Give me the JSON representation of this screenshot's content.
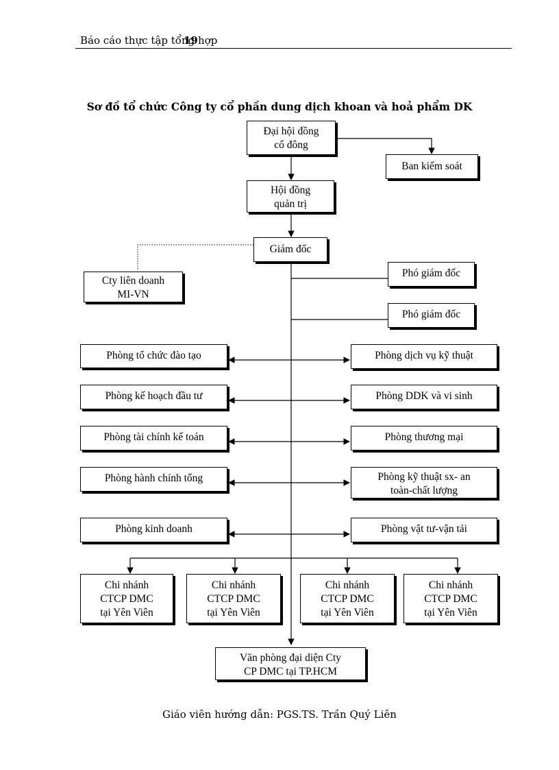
{
  "header": {
    "text": "Báo cáo thực tập tổng hợp",
    "page_number": "19"
  },
  "diagram": {
    "title": "Sơ đồ tổ chức Công ty cổ phần dung dịch khoan và hoả phẩm DK",
    "shareholders": [
      "Đại hội đồng",
      "cổ đông"
    ],
    "supervisory": "Ban kiểm soát",
    "board": [
      "Hội đồng",
      "quản trị"
    ],
    "director": "Giám đốc",
    "joint_venture": [
      "Cty liên doanh",
      "MI-VN"
    ],
    "deputy_1": "Phó giám đốc",
    "deputy_2": "Phó giám đốc",
    "left_depts": [
      "Phòng tổ chức đào tạo",
      "Phòng kế hoạch đầu tư",
      "Phòng tài chính kế toán",
      "Phòng hành chính tổng",
      "Phòng kinh doanh"
    ],
    "right_depts": [
      [
        "Phòng dịch vụ kỹ thuật"
      ],
      [
        "Phòng DDK và vi sinh"
      ],
      [
        "Phòng thương mại"
      ],
      [
        "Phòng kỹ thuật sx- an",
        "toàn-chất lượng"
      ],
      [
        "Phòng vật tư-vận tải"
      ]
    ],
    "branches": [
      [
        "Chi nhánh",
        "CTCP DMC",
        "tại Yên Viên"
      ],
      [
        "Chi nhánh",
        "CTCP DMC",
        "tại Yên Viên"
      ],
      [
        "Chi nhánh",
        "CTCP DMC",
        "tại Yên Viên"
      ],
      [
        "Chi nhánh",
        "CTCP DMC",
        "tại Yên Viên"
      ]
    ],
    "rep_office": [
      "Văn phòng đại diện Cty",
      "CP DMC tại TP.HCM"
    ]
  },
  "footer": {
    "text": "Giáo viên hướng dẫn: PGS.TS. Trần Quý Liên"
  }
}
